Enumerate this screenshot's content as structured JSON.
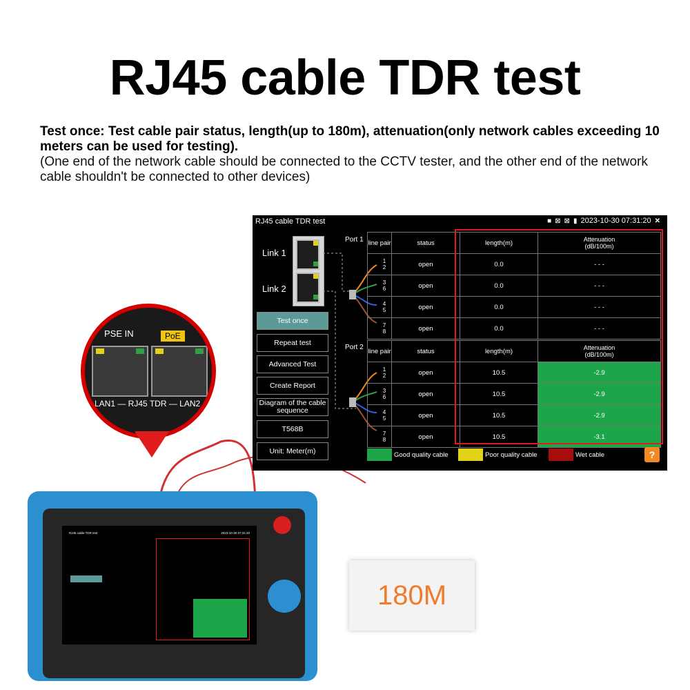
{
  "headline": "RJ45 cable TDR test",
  "description": {
    "bold": "Test once: Test cable pair status, length(up to 180m), attenuation(only network cables exceeding 10 meters can be used for testing).",
    "normal": "(One end of the network cable should be connected to the CCTV tester, and the other end of the network cable shouldn't be connected to other devices)"
  },
  "screen": {
    "title": "RJ45 cable TDR test",
    "status_time": "2023-10-30 07:31:20",
    "links": [
      "Link 1",
      "Link 2"
    ],
    "buttons": [
      "Test once",
      "Repeat test",
      "Advanced Test",
      "Create Report",
      "Diagram of the cable sequence",
      "T568B",
      "Unit: Meter(m)"
    ],
    "active_button": "Test once",
    "ports": [
      {
        "label": "Port 1",
        "headers": [
          "line pair",
          "status",
          "length(m)",
          "Attenuation\n(dB/100m)"
        ],
        "rows": [
          {
            "pair": "1\n2",
            "status": "open",
            "length": "0.0",
            "attenuation": "- - -",
            "quality": "none"
          },
          {
            "pair": "3\n6",
            "status": "open",
            "length": "0.0",
            "attenuation": "- - -",
            "quality": "none"
          },
          {
            "pair": "4\n5",
            "status": "open",
            "length": "0.0",
            "attenuation": "- - -",
            "quality": "none"
          },
          {
            "pair": "7\n8",
            "status": "open",
            "length": "0.0",
            "attenuation": "- - -",
            "quality": "none"
          }
        ]
      },
      {
        "label": "Port 2",
        "headers": [
          "line pair",
          "status",
          "length(m)",
          "Attenuation\n(dB/100m)"
        ],
        "rows": [
          {
            "pair": "1\n2",
            "status": "open",
            "length": "10.5",
            "attenuation": "-2.9",
            "quality": "good"
          },
          {
            "pair": "3\n6",
            "status": "open",
            "length": "10.5",
            "attenuation": "-2.9",
            "quality": "good"
          },
          {
            "pair": "4\n5",
            "status": "open",
            "length": "10.5",
            "attenuation": "-2.9",
            "quality": "good"
          },
          {
            "pair": "7\n8",
            "status": "open",
            "length": "10.5",
            "attenuation": "-3.1",
            "quality": "good"
          }
        ]
      }
    ],
    "legend": [
      {
        "label": "Good quality cable",
        "color": "#1da54a"
      },
      {
        "label": "Poor quality cable",
        "color": "#e3d21a"
      },
      {
        "label": "Wet cable",
        "color": "#a80d0d"
      }
    ]
  },
  "zoom": {
    "pse_in": "PSE IN",
    "poe": "PoE",
    "port_caption": "LAN1 — RJ45 TDR — LAN2"
  },
  "cable_label": "180M",
  "mini_screen": {
    "title": "RJ45 cable TDR test",
    "status_time": "2023-10-30 07:31:20"
  },
  "colors": {
    "accent_red": "#e01b1b",
    "device_blue": "#2b8fd0",
    "good": "#1da54a",
    "active_button": "#5b9a96",
    "cable_label": "#f07b2a"
  }
}
